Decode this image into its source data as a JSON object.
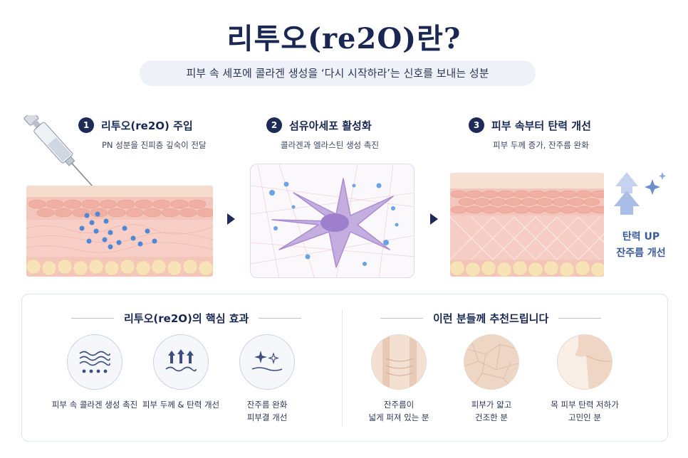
{
  "title": "리투오(re2O)란?",
  "subtitle": "피부 속 세포에 콜라겐 생성을 ‘다시 시작하라’는 신호를 보내는 성분",
  "steps": [
    {
      "num": "1",
      "title": "리투오(re2O) 주입",
      "desc": "PN 성분을 진피층 깊숙이 전달"
    },
    {
      "num": "2",
      "title": "섬유아세포 활성화",
      "desc": "콜라겐과 엘라스틴 생성 촉진"
    },
    {
      "num": "3",
      "title": "피부 속부터 탄력 개선",
      "desc": "피부 두께 증가, 잔주름 완화"
    }
  ],
  "result": {
    "line1": "탄력 UP",
    "line2": "잔주름 개선"
  },
  "effects": {
    "title": "리투오(re2O)의 핵심 효과",
    "items": [
      {
        "label": "피부 속 콜라겐 생성 촉진",
        "icon": "wave-dots-icon"
      },
      {
        "label": "피부 두께 & 탄력 개선",
        "icon": "arrows-up-icon"
      },
      {
        "label": "잔주름 완화",
        "label2": "피부결 개선",
        "icon": "sparkle-icon"
      }
    ]
  },
  "recommend": {
    "title": "이런 분들께 추천드립니다",
    "items": [
      {
        "label": "잔주름이",
        "label2": "넓게 퍼져 있는 분"
      },
      {
        "label": "피부가 얇고",
        "label2": "건조한 분"
      },
      {
        "label": "목 피부 탄력 저하가",
        "label2": "고민인 분"
      }
    ]
  },
  "colors": {
    "navy": "#1e2b57",
    "skin": "#f3b9ae",
    "accent": "#3b5a9a"
  }
}
